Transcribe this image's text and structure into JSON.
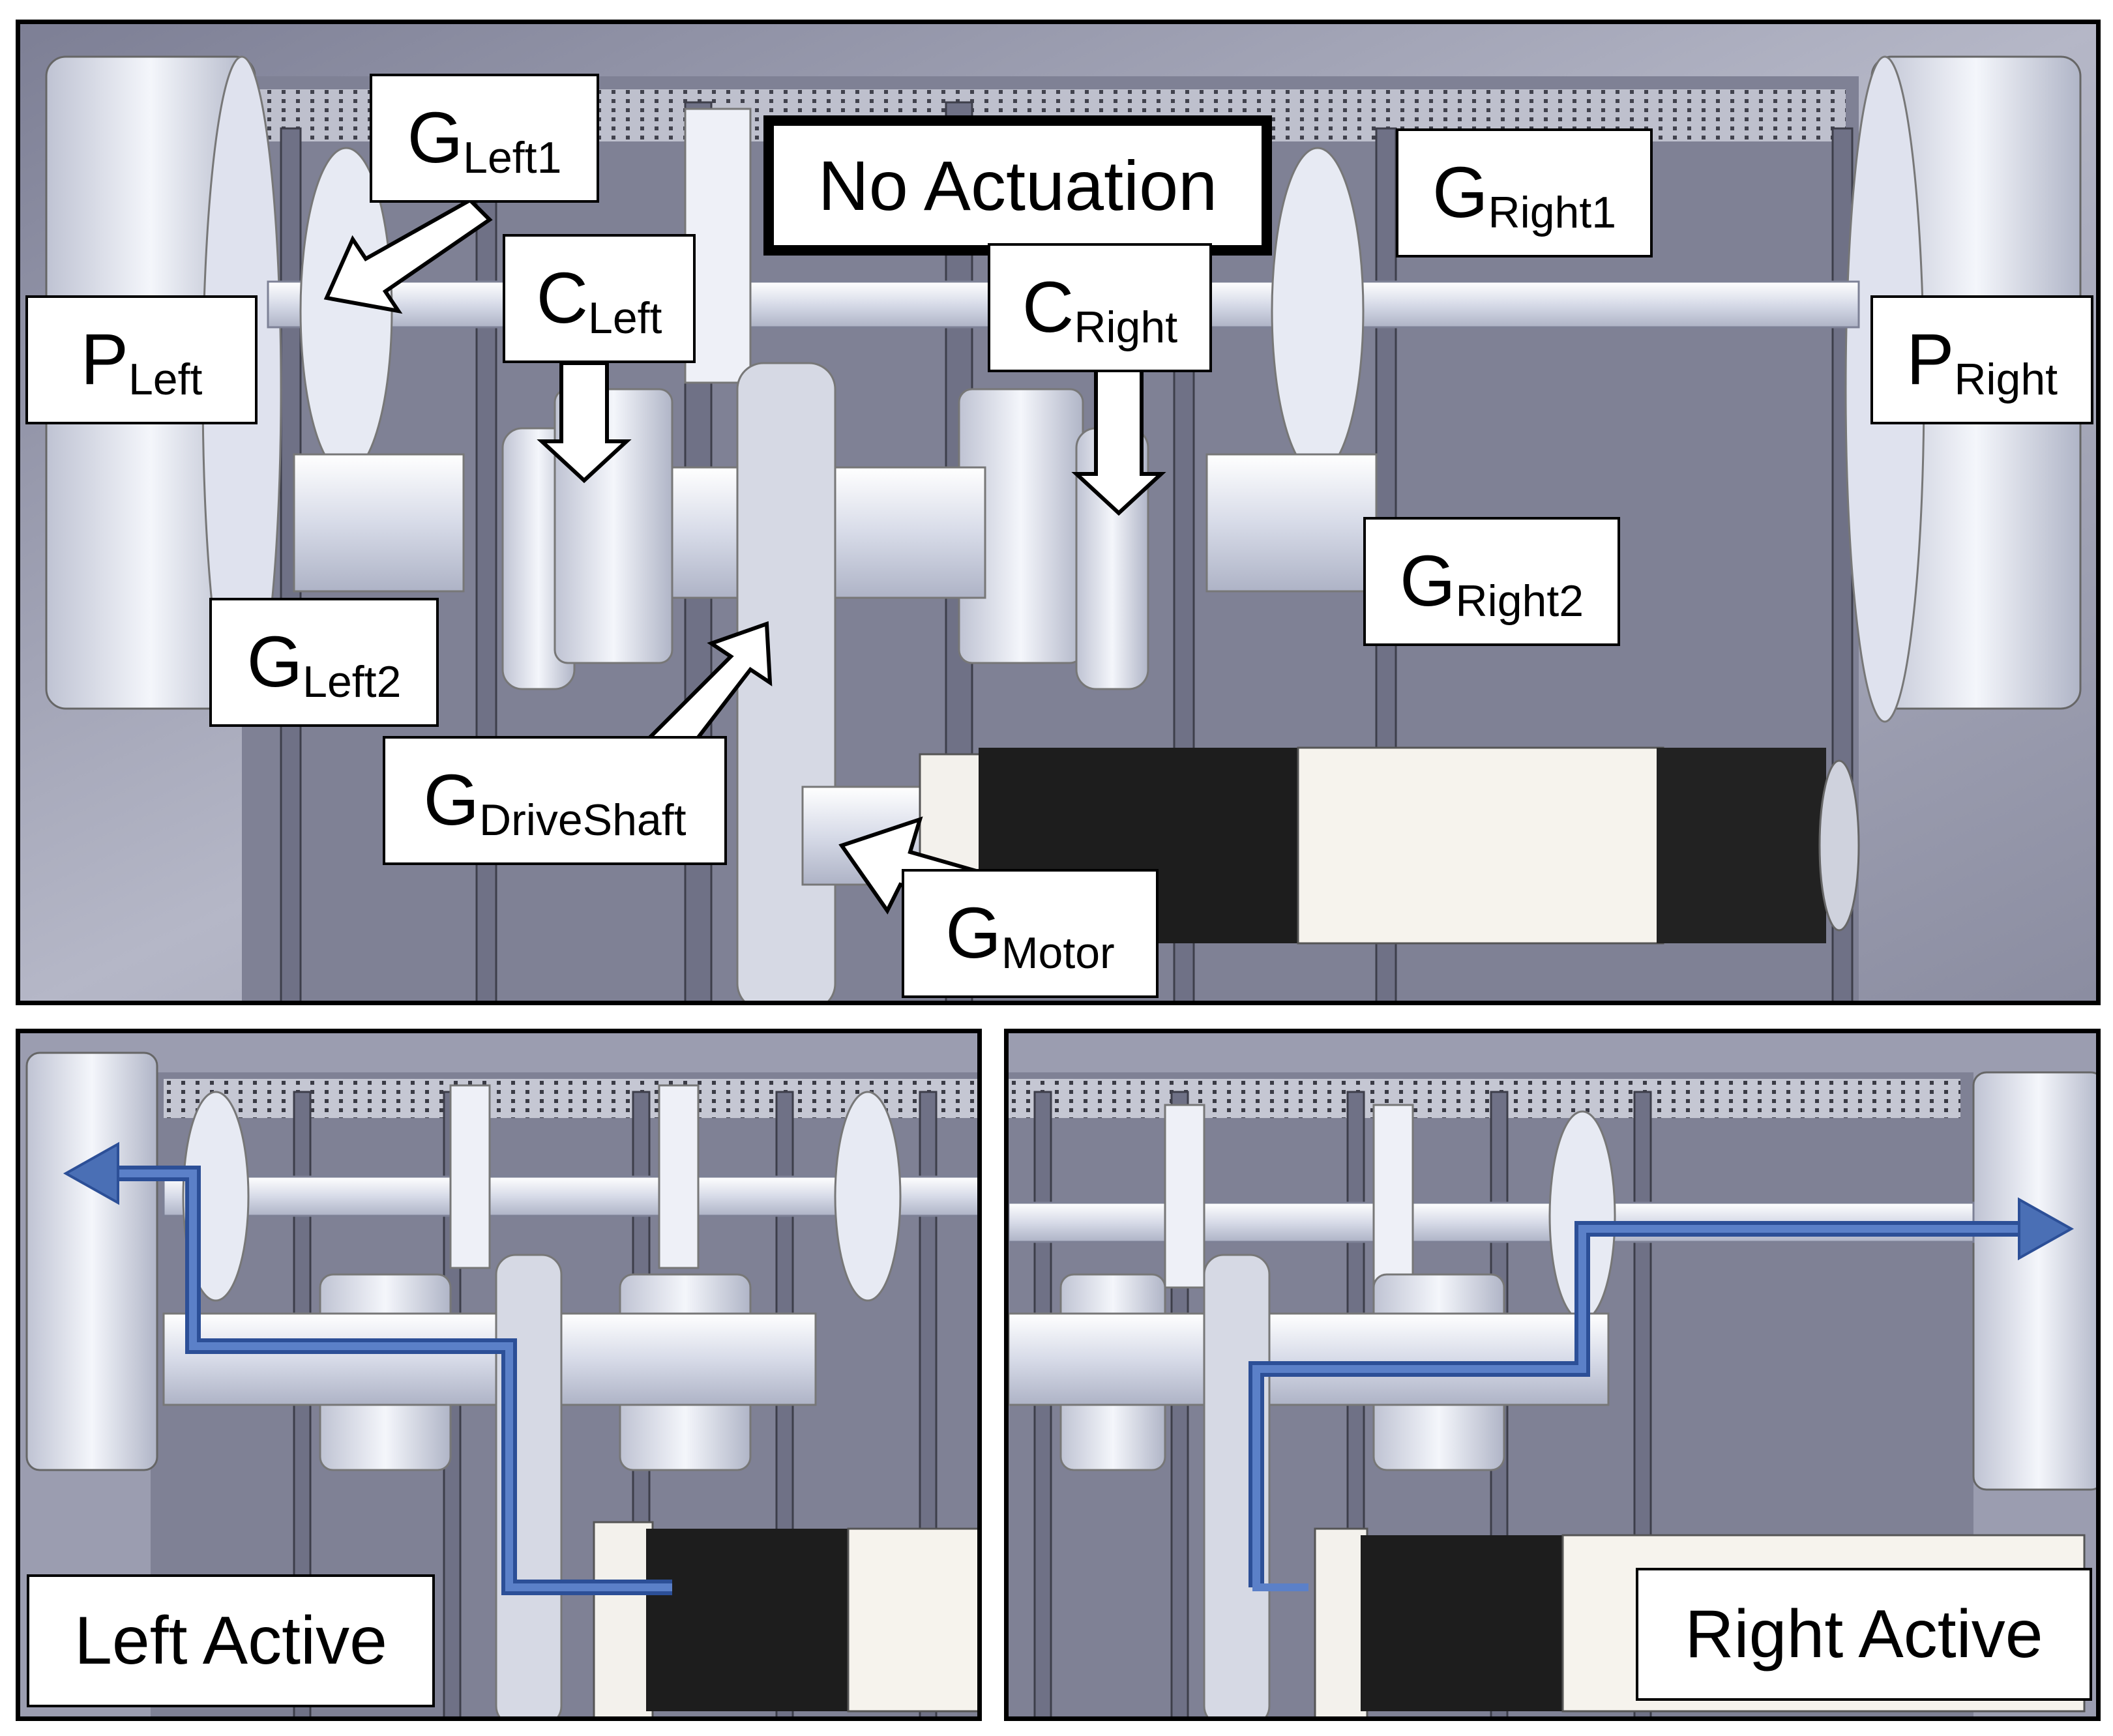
{
  "top_panel": {
    "title": "No Actuation",
    "labels": {
      "p_left": {
        "main": "P",
        "sub": "Left"
      },
      "p_right": {
        "main": "P",
        "sub": "Right"
      },
      "g_left1": {
        "main": "G",
        "sub": "Left1"
      },
      "g_left2": {
        "main": "G",
        "sub": "Left2"
      },
      "c_left": {
        "main": "C",
        "sub": "Left"
      },
      "c_right": {
        "main": "C",
        "sub": "Right"
      },
      "g_right1": {
        "main": "G",
        "sub": "Right1"
      },
      "g_right2": {
        "main": "G",
        "sub": "Right2"
      },
      "g_driveshaft": {
        "main": "G",
        "sub": "DriveShaft"
      },
      "g_motor": {
        "main": "G",
        "sub": "Motor"
      }
    }
  },
  "bottom_left_panel": {
    "state": "Left Active"
  },
  "bottom_right_panel": {
    "state": "Right Active"
  },
  "colors": {
    "power_path": "#4a6fb5",
    "housing": "#8e90a4",
    "metal": "#e8ebf4",
    "motor_dark": "#1d1d1d",
    "motor_light": "#f5f2ec"
  }
}
